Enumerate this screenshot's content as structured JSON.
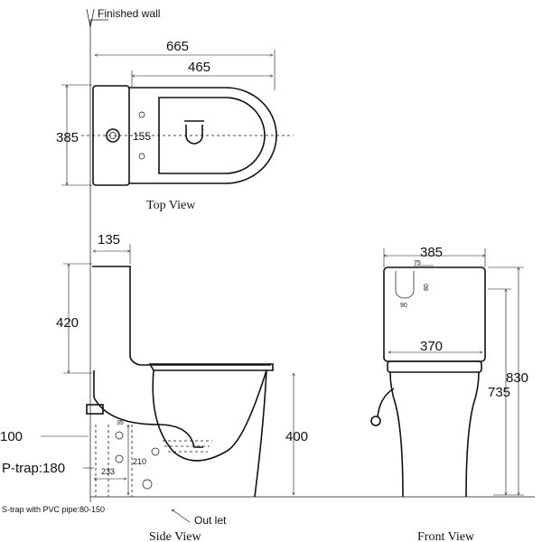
{
  "labels": {
    "finished_wall": "Finished wall",
    "top_view": "Top View",
    "side_view": "Side View",
    "front_view": "Front View",
    "out_let": "Out let",
    "s_trap_note": "S-trap with PVC pipe:80-150",
    "s_trap_value": "100",
    "p_trap": "P-trap:180"
  },
  "dimensions": {
    "top": {
      "overall_length": "665",
      "bowl_length": "465",
      "width": "385",
      "hole_spacing": "155"
    },
    "side": {
      "tank_depth": "135",
      "tank_height": "420",
      "bowl_height": "400",
      "outlet_offset": "233",
      "outlet_height": "210",
      "small_dim": "35"
    },
    "front": {
      "tank_width": "385",
      "bowl_width": "370",
      "total_height": "830",
      "body_height": "735",
      "d75": "75",
      "d80": "80",
      "d90": "90"
    }
  }
}
